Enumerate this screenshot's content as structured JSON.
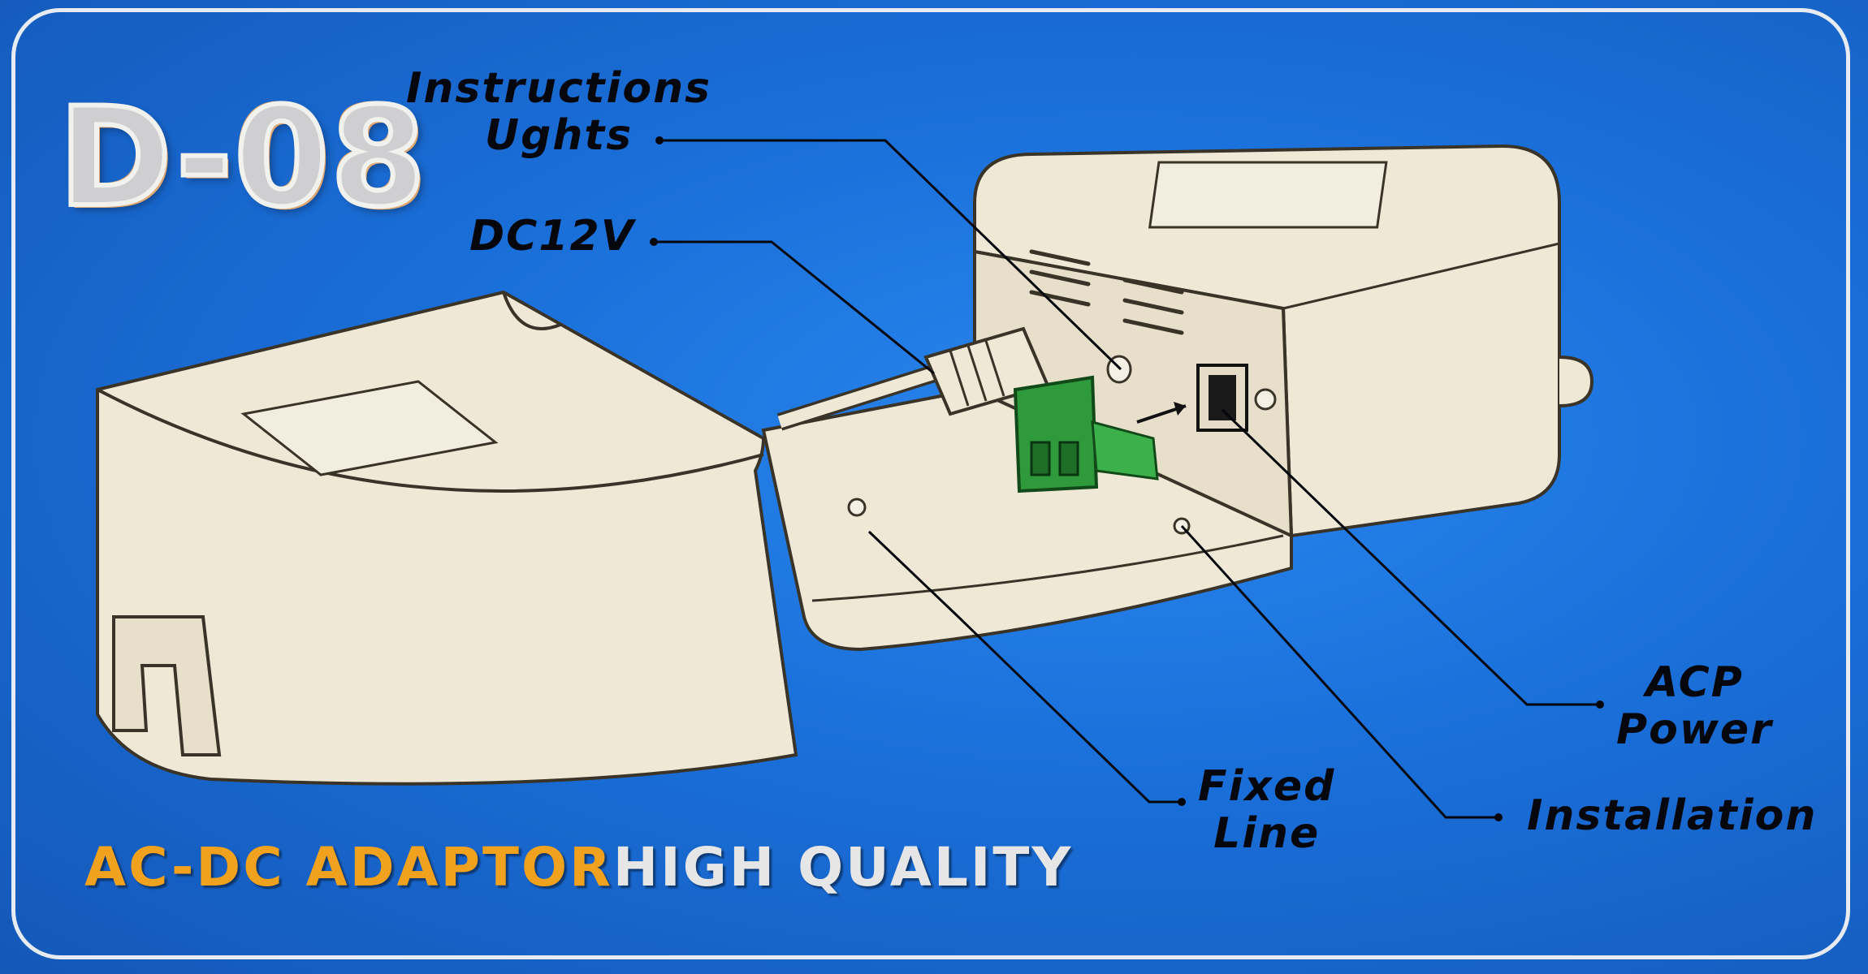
{
  "model": "D-08",
  "callouts": {
    "instructions_lights": [
      "Instructions",
      "Ughts"
    ],
    "dc12v": "DC12V",
    "fixed_line": [
      "Fixed",
      "Line"
    ],
    "acp_power": [
      "ACP",
      "Power"
    ],
    "installation": "Installation"
  },
  "tagline": {
    "part_a": "AC-DC ADAPTOR",
    "part_b": "HIGH QUALITY"
  },
  "colors": {
    "background": "#1a6fd9",
    "housing": "#efe8d6",
    "connector": "#2f9a3c",
    "tagline_accent": "#f0a21e",
    "tagline_light": "#e6e6e6"
  }
}
